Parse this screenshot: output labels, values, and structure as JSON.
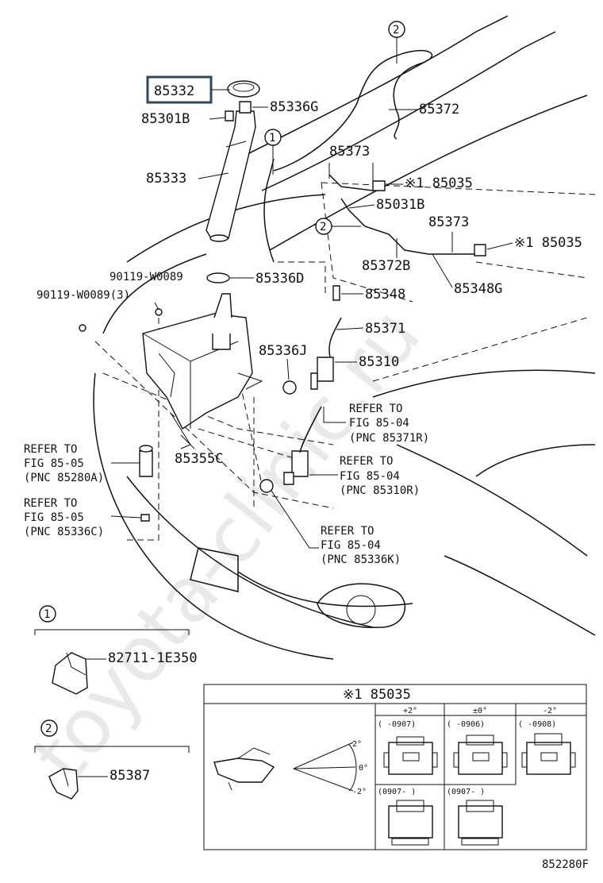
{
  "watermark": "toyota-clinic.ru",
  "highlighted_part": "85332",
  "parts": {
    "p85336G": "85336G",
    "p85301B": "85301B",
    "p85333": "85333",
    "p85372": "85372",
    "p85373a": "85373",
    "p85035a": "※1 85035",
    "p85031B": "85031B",
    "p85373b": "85373",
    "p85035b": "※1 85035",
    "p85372B": "85372B",
    "p85348G": "85348G",
    "p90119a": "90119-W0089",
    "p85336D": "85336D",
    "p90119b": "90119-W0089(3)",
    "p85348": "85348",
    "p85371": "85371",
    "p85336J": "85336J",
    "p85310": "85310",
    "p85355C": "85355C"
  },
  "refs": {
    "r1": [
      "REFER TO",
      "FIG 85-04",
      "(PNC 85371R)"
    ],
    "r2": [
      "REFER TO",
      "FIG 85-05",
      "(PNC 85280A)"
    ],
    "r3": [
      "REFER TO",
      "FIG 85-04",
      "(PNC 85310R)"
    ],
    "r4": [
      "REFER TO",
      "FIG 85-05",
      "(PNC 85336C)"
    ],
    "r5": [
      "REFER TO",
      "FIG 85-04",
      "(PNC 85336K)"
    ]
  },
  "callouts": {
    "c1": "1",
    "c2": "2"
  },
  "detail1": {
    "num": "1",
    "part": "82711-1E350"
  },
  "detail2": {
    "num": "2",
    "part": "85387"
  },
  "inset": {
    "title": "※1 85035",
    "angles": {
      "up": "2°",
      "zero": "0°",
      "down": "-2°"
    },
    "columns": [
      "+2°",
      "±0°",
      "-2°"
    ],
    "row1": [
      "(      -0907)",
      "(      -0906)",
      "(      -0908)"
    ],
    "row2": [
      "(0907-      )",
      "(0907-      )"
    ]
  },
  "figure_id": "852280F"
}
